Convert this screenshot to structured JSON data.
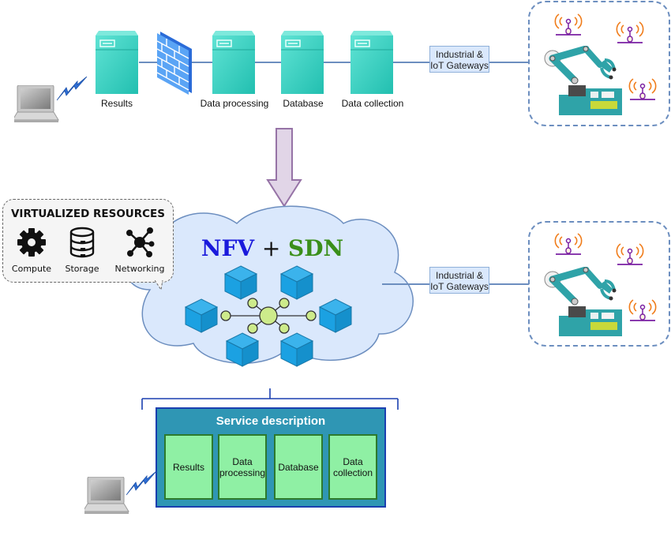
{
  "top_pipeline": {
    "servers": [
      {
        "label": "Results"
      },
      {
        "label": "Data processing"
      },
      {
        "label": "Database"
      },
      {
        "label": "Data collection"
      }
    ],
    "gateway": {
      "line1": "Industrial &",
      "line2": "IoT Gateways"
    }
  },
  "transform_arrow": {
    "direction": "down",
    "color": "#e1d5e7"
  },
  "virtualized_resources": {
    "title": "VIRTUALIZED RESOURCES",
    "items": [
      {
        "label": "Compute",
        "icon": "gear-icon"
      },
      {
        "label": "Storage",
        "icon": "database-icon"
      },
      {
        "label": "Networking",
        "icon": "network-hub-icon"
      }
    ]
  },
  "cloud": {
    "title_left": "NFV",
    "title_plus": "+",
    "title_right": "SDN",
    "colors": {
      "nfv": "#1a1adc",
      "sdn": "#3a8f1a",
      "fill": "#dae8fc",
      "cube": "#1ba1e2",
      "node": "#cdeb8b"
    }
  },
  "bottom_gateway": {
    "line1": "Industrial &",
    "line2": "IoT Gateways"
  },
  "service_description": {
    "title": "Service description",
    "cells": [
      {
        "line1": "Results",
        "line2": ""
      },
      {
        "line1": "Data",
        "line2": "processing"
      },
      {
        "line1": "Database",
        "line2": ""
      },
      {
        "line1": "Data",
        "line2": "collection"
      }
    ]
  },
  "colors": {
    "server": "#3fd6c6",
    "connector": "#6c8ebf",
    "firewall": "#3d8ef0",
    "service_bg": "#2f96b4",
    "service_cell": "#8ff0a4"
  }
}
